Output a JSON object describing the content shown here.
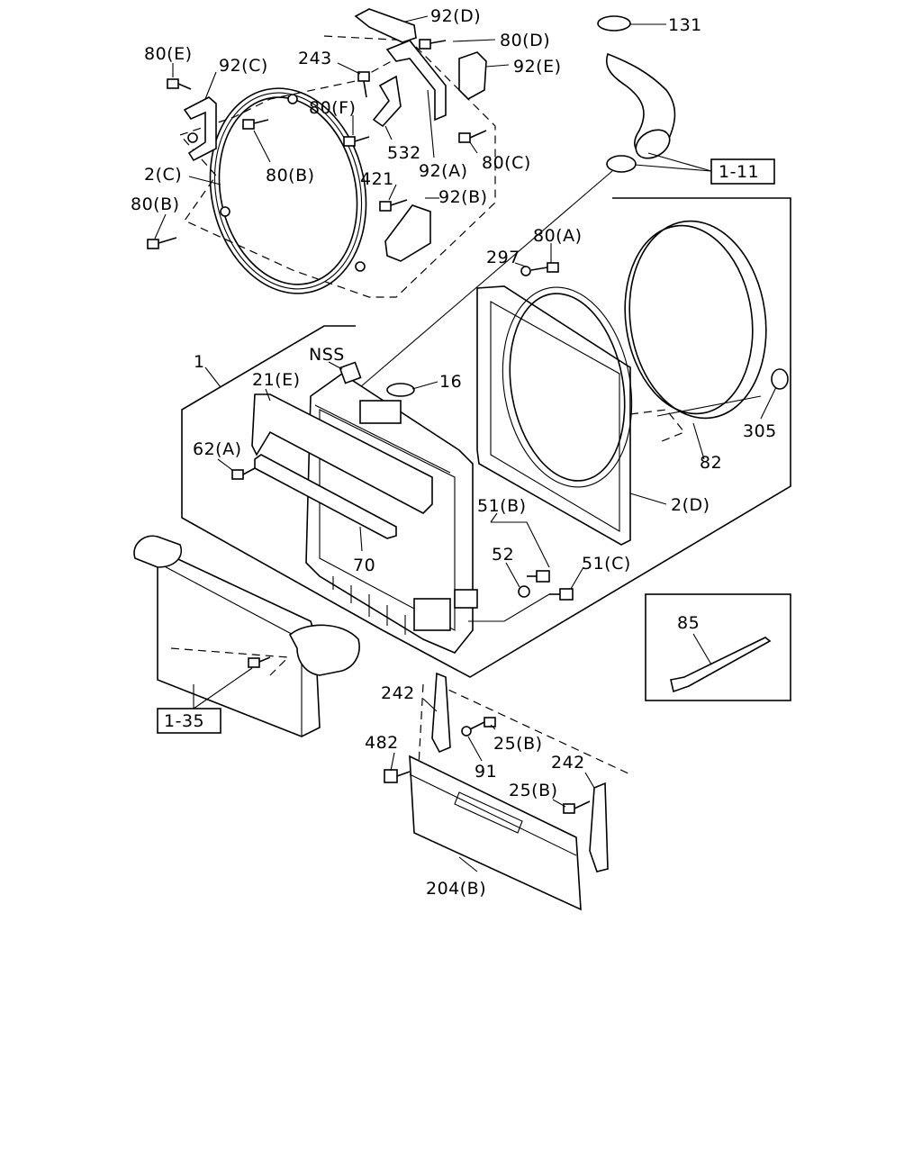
{
  "labels": {
    "p131": "131",
    "p92D": "92(D)",
    "p80D": "80(D)",
    "p92E": "92(E)",
    "p80E": "80(E)",
    "p92C": "92(C)",
    "p243": "243",
    "p80F": "80(F)",
    "p532": "532",
    "p92A": "92(A)",
    "p80C": "80(C)",
    "p80B1": "80(B)",
    "p2C": "2(C)",
    "p421": "421",
    "p92B": "92(B)",
    "p80B2": "80(B)",
    "ref111": "1-11",
    "p80A": "80(A)",
    "p297": "297",
    "p1": "1",
    "pNSS": "NSS",
    "p21E": "21(E)",
    "p16": "16",
    "p305": "305",
    "p62A": "62(A)",
    "p82": "82",
    "p2D": "2(D)",
    "p51B": "51(B)",
    "p52": "52",
    "p51C": "51(C)",
    "p70": "70",
    "p85": "85",
    "ref135": "1-35",
    "p242a": "242",
    "p25B1": "25(B)",
    "p482": "482",
    "p91": "91",
    "p242b": "242",
    "p25B2": "25(B)",
    "p204B": "204(B)"
  }
}
